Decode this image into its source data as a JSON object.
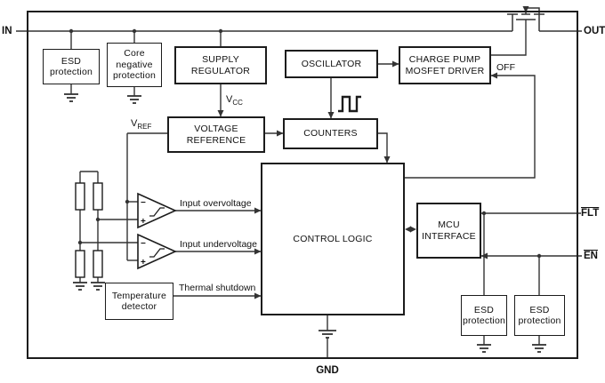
{
  "pins": {
    "in": "IN",
    "out": "OUT",
    "gnd": "GND",
    "flt": "FLT",
    "en": "EN",
    "off": "OFF"
  },
  "rails": {
    "vcc": {
      "base": "V",
      "sub": "CC"
    },
    "vref": {
      "base": "V",
      "sub": "REF"
    }
  },
  "blocks": {
    "esd_top": "ESD\nprotection",
    "core_negative": "Core\nnegative\nprotection",
    "supply_regulator": "SUPPLY\nREGULATOR",
    "oscillator": "OSCILLATOR",
    "charge_pump": "CHARGE PUMP\nMOSFET DRIVER",
    "voltage_reference": "VOLTAGE\nREFERENCE",
    "counters": "COUNTERS",
    "control_logic": "CONTROL LOGIC",
    "mcu_interface": "MCU\nINTERFACE",
    "temperature_detector": "Temperature\ndetector",
    "esd_bottom_left": "ESD\nprotection",
    "esd_bottom_right": "ESD\nprotection"
  },
  "signals": {
    "input_overvoltage": "Input overvoltage",
    "input_undervoltage": "Input undervoltage",
    "thermal_shutdown": "Thermal shutdown"
  },
  "symbols": {
    "plus": "+",
    "minus": "−"
  },
  "colors": {
    "wire": "#333333",
    "box_border": "#1c1c1c",
    "background": "#ffffff"
  }
}
